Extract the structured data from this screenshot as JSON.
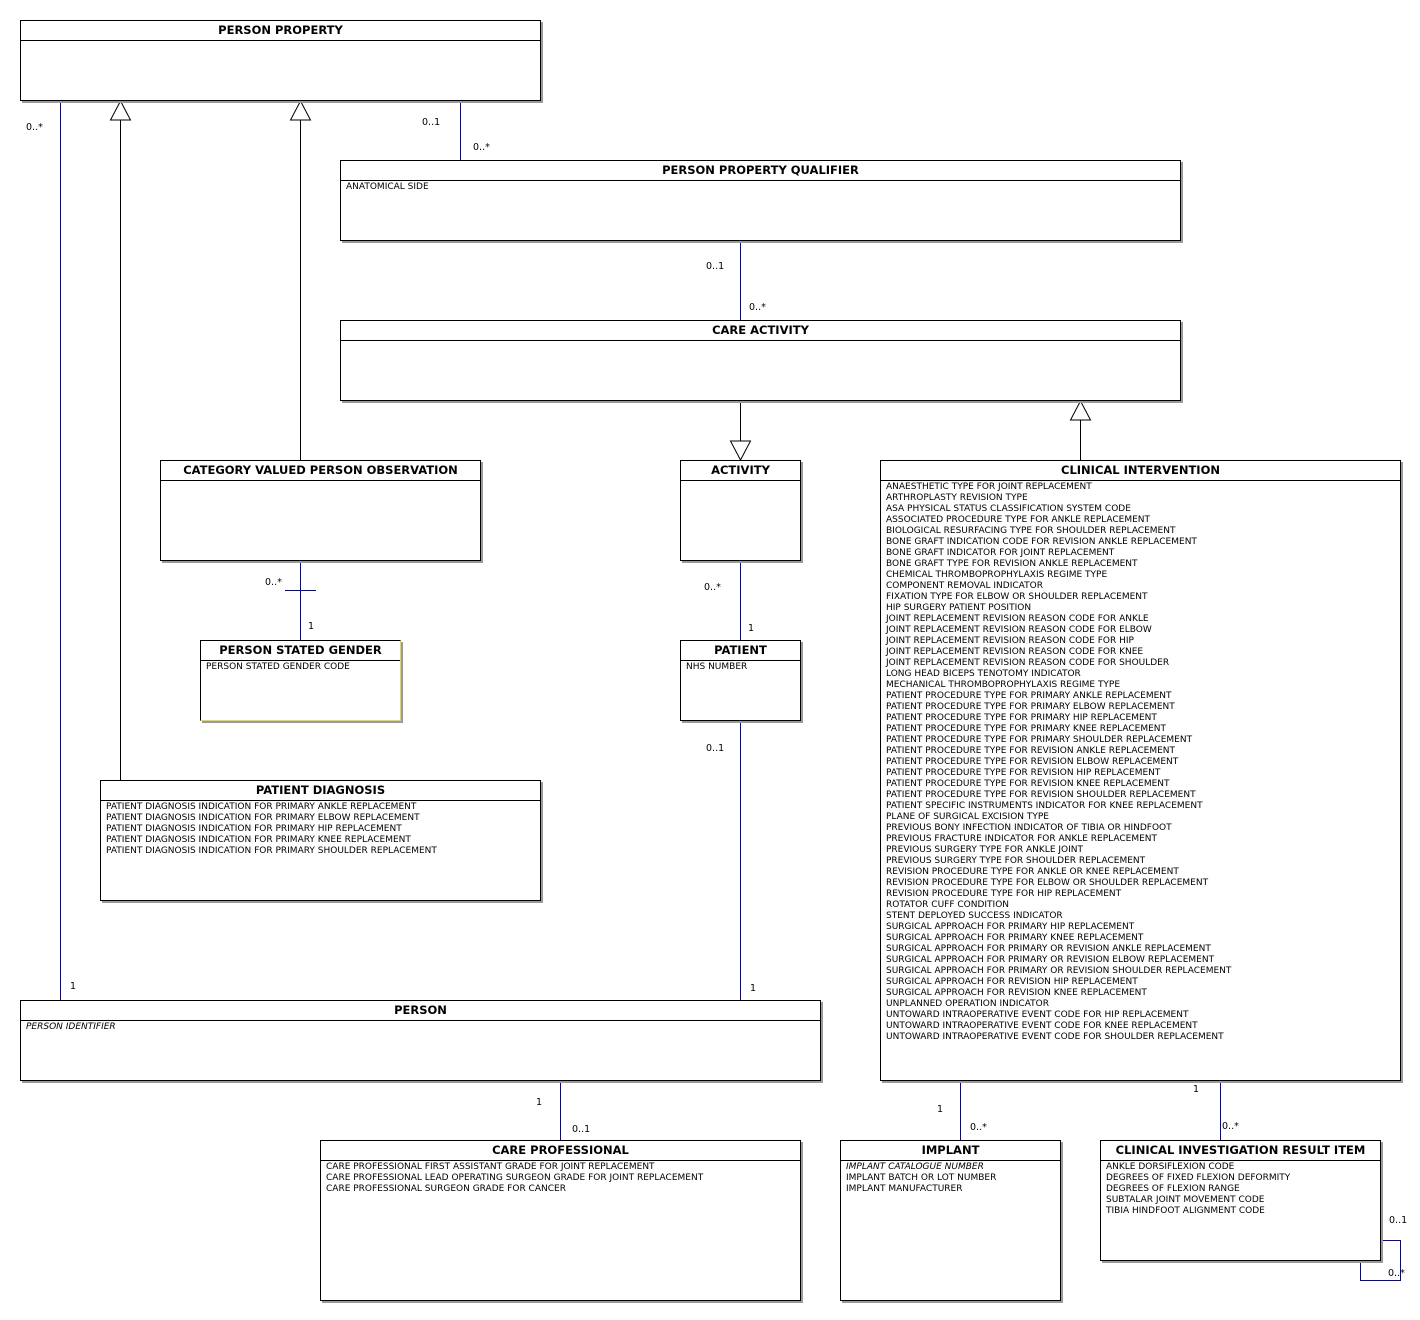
{
  "classes": {
    "person_property": {
      "title": "PERSON PROPERTY",
      "attributes": []
    },
    "person_property_qualifier": {
      "title": "PERSON PROPERTY QUALIFIER",
      "attributes": [
        {
          "text": "ANATOMICAL SIDE"
        }
      ]
    },
    "care_activity": {
      "title": "CARE ACTIVITY",
      "attributes": []
    },
    "category_valued_person_observation": {
      "title": "CATEGORY VALUED PERSON OBSERVATION",
      "attributes": []
    },
    "activity": {
      "title": "ACTIVITY",
      "attributes": []
    },
    "clinical_intervention": {
      "title": "CLINICAL INTERVENTION",
      "attributes": [
        {
          "text": "ANAESTHETIC TYPE FOR JOINT REPLACEMENT"
        },
        {
          "text": "ARTHROPLASTY REVISION TYPE"
        },
        {
          "text": "ASA PHYSICAL STATUS CLASSIFICATION SYSTEM CODE"
        },
        {
          "text": "ASSOCIATED PROCEDURE TYPE FOR ANKLE REPLACEMENT"
        },
        {
          "text": "BIOLOGICAL RESURFACING TYPE FOR SHOULDER REPLACEMENT"
        },
        {
          "text": "BONE GRAFT INDICATION CODE FOR REVISION ANKLE REPLACEMENT"
        },
        {
          "text": "BONE GRAFT INDICATOR FOR JOINT REPLACEMENT"
        },
        {
          "text": "BONE GRAFT TYPE FOR REVISION ANKLE REPLACEMENT"
        },
        {
          "text": "CHEMICAL THROMBOPROPHYLAXIS REGIME TYPE"
        },
        {
          "text": "COMPONENT REMOVAL INDICATOR"
        },
        {
          "text": "FIXATION TYPE FOR ELBOW OR SHOULDER REPLACEMENT"
        },
        {
          "text": "HIP SURGERY PATIENT POSITION"
        },
        {
          "text": "JOINT REPLACEMENT REVISION REASON CODE FOR ANKLE"
        },
        {
          "text": "JOINT REPLACEMENT REVISION REASON CODE FOR ELBOW"
        },
        {
          "text": "JOINT REPLACEMENT REVISION REASON CODE FOR HIP"
        },
        {
          "text": "JOINT REPLACEMENT REVISION REASON CODE FOR KNEE"
        },
        {
          "text": "JOINT REPLACEMENT REVISION REASON CODE FOR SHOULDER"
        },
        {
          "text": "LONG HEAD BICEPS TENOTOMY INDICATOR"
        },
        {
          "text": "MECHANICAL THROMBOPROPHYLAXIS REGIME TYPE"
        },
        {
          "text": "PATIENT PROCEDURE TYPE FOR PRIMARY ANKLE REPLACEMENT"
        },
        {
          "text": "PATIENT PROCEDURE TYPE FOR PRIMARY ELBOW REPLACEMENT"
        },
        {
          "text": "PATIENT PROCEDURE TYPE FOR PRIMARY HIP REPLACEMENT"
        },
        {
          "text": "PATIENT PROCEDURE TYPE FOR PRIMARY KNEE REPLACEMENT"
        },
        {
          "text": "PATIENT PROCEDURE TYPE FOR PRIMARY SHOULDER REPLACEMENT"
        },
        {
          "text": "PATIENT PROCEDURE TYPE FOR REVISION ANKLE REPLACEMENT"
        },
        {
          "text": "PATIENT PROCEDURE TYPE FOR REVISION ELBOW REPLACEMENT"
        },
        {
          "text": "PATIENT PROCEDURE TYPE FOR REVISION HIP REPLACEMENT"
        },
        {
          "text": "PATIENT PROCEDURE TYPE FOR REVISION KNEE REPLACEMENT"
        },
        {
          "text": "PATIENT PROCEDURE TYPE FOR REVISION SHOULDER REPLACEMENT"
        },
        {
          "text": "PATIENT SPECIFIC INSTRUMENTS INDICATOR FOR KNEE REPLACEMENT"
        },
        {
          "text": "PLANE OF SURGICAL EXCISION TYPE"
        },
        {
          "text": "PREVIOUS BONY INFECTION INDICATOR OF TIBIA OR HINDFOOT"
        },
        {
          "text": "PREVIOUS FRACTURE INDICATOR FOR ANKLE REPLACEMENT"
        },
        {
          "text": "PREVIOUS SURGERY TYPE FOR ANKLE JOINT"
        },
        {
          "text": "PREVIOUS SURGERY TYPE FOR SHOULDER REPLACEMENT"
        },
        {
          "text": "REVISION PROCEDURE TYPE FOR ANKLE OR KNEE REPLACEMENT"
        },
        {
          "text": "REVISION PROCEDURE TYPE FOR ELBOW OR SHOULDER REPLACEMENT"
        },
        {
          "text": "REVISION PROCEDURE TYPE FOR HIP REPLACEMENT"
        },
        {
          "text": "ROTATOR CUFF CONDITION"
        },
        {
          "text": "STENT DEPLOYED SUCCESS INDICATOR"
        },
        {
          "text": "SURGICAL APPROACH FOR PRIMARY HIP REPLACEMENT"
        },
        {
          "text": "SURGICAL APPROACH FOR PRIMARY KNEE REPLACEMENT"
        },
        {
          "text": "SURGICAL APPROACH FOR PRIMARY OR REVISION ANKLE REPLACEMENT"
        },
        {
          "text": "SURGICAL APPROACH FOR PRIMARY OR REVISION ELBOW REPLACEMENT"
        },
        {
          "text": "SURGICAL APPROACH FOR PRIMARY OR REVISION SHOULDER REPLACEMENT"
        },
        {
          "text": "SURGICAL APPROACH FOR REVISION HIP REPLACEMENT"
        },
        {
          "text": "SURGICAL APPROACH FOR REVISION KNEE REPLACEMENT"
        },
        {
          "text": "UNPLANNED OPERATION INDICATOR"
        },
        {
          "text": "UNTOWARD INTRAOPERATIVE EVENT CODE FOR HIP REPLACEMENT"
        },
        {
          "text": "UNTOWARD INTRAOPERATIVE EVENT CODE FOR KNEE REPLACEMENT"
        },
        {
          "text": "UNTOWARD INTRAOPERATIVE EVENT CODE FOR SHOULDER REPLACEMENT"
        }
      ]
    },
    "person_stated_gender": {
      "title": "PERSON STATED GENDER",
      "attributes": [
        {
          "text": "PERSON STATED GENDER CODE"
        }
      ]
    },
    "patient": {
      "title": "PATIENT",
      "attributes": [
        {
          "text": "NHS NUMBER"
        }
      ]
    },
    "patient_diagnosis": {
      "title": "PATIENT DIAGNOSIS",
      "attributes": [
        {
          "text": "PATIENT DIAGNOSIS INDICATION FOR PRIMARY ANKLE REPLACEMENT"
        },
        {
          "text": "PATIENT DIAGNOSIS INDICATION FOR PRIMARY ELBOW REPLACEMENT"
        },
        {
          "text": "PATIENT DIAGNOSIS INDICATION FOR PRIMARY HIP REPLACEMENT"
        },
        {
          "text": "PATIENT DIAGNOSIS INDICATION FOR PRIMARY KNEE REPLACEMENT"
        },
        {
          "text": "PATIENT DIAGNOSIS INDICATION FOR PRIMARY SHOULDER REPLACEMENT"
        }
      ]
    },
    "person": {
      "title": "PERSON",
      "attributes": [
        {
          "text": "PERSON IDENTIFIER",
          "italic": true
        }
      ]
    },
    "care_professional": {
      "title": "CARE PROFESSIONAL",
      "attributes": [
        {
          "text": "CARE PROFESSIONAL FIRST ASSISTANT GRADE FOR JOINT REPLACEMENT"
        },
        {
          "text": "CARE PROFESSIONAL LEAD OPERATING SURGEON GRADE FOR JOINT REPLACEMENT"
        },
        {
          "text": "CARE PROFESSIONAL SURGEON GRADE FOR CANCER"
        }
      ]
    },
    "implant": {
      "title": "IMPLANT",
      "attributes": [
        {
          "text": "IMPLANT CATALOGUE NUMBER",
          "italic": true
        },
        {
          "text": "IMPLANT BATCH OR LOT NUMBER"
        },
        {
          "text": "IMPLANT MANUFACTURER"
        }
      ]
    },
    "clinical_investigation_result_item": {
      "title": "CLINICAL INVESTIGATION RESULT ITEM",
      "attributes": [
        {
          "text": "ANKLE DORSIFLEXION CODE"
        },
        {
          "text": "DEGREES OF FIXED FLEXION DEFORMITY"
        },
        {
          "text": "DEGREES OF FLEXION RANGE"
        },
        {
          "text": "SUBTALAR JOINT MOVEMENT CODE"
        },
        {
          "text": "TIBIA HINDFOOT ALIGNMENT CODE"
        }
      ]
    }
  },
  "multiplicities": {
    "pp_person_a": "0..*",
    "pp_person_b": "1",
    "pp_ppq_a": "0..1",
    "pp_ppq_b": "0..*",
    "ppq_ca_a": "0..1",
    "ppq_ca_b": "0..*",
    "cvpo_psg_a": "0..*",
    "cvpo_psg_b": "1",
    "act_pat_a": "0..*",
    "act_pat_b": "1",
    "pat_person_a": "0..1",
    "pat_person_b": "1",
    "person_cp_a": "1",
    "person_cp_b": "0..1",
    "ci_imp_a": "1",
    "ci_imp_b": "0..*",
    "ci_ciri_a": "1",
    "ci_ciri_b": "0..*",
    "ciri_self_a": "0..1",
    "ciri_self_b": "0..*"
  },
  "colors": {
    "association": "#0000c0",
    "generalization": "#000000",
    "border": "#000000",
    "shadow": "#9a9a9a",
    "highlight": "#e8d84a"
  }
}
